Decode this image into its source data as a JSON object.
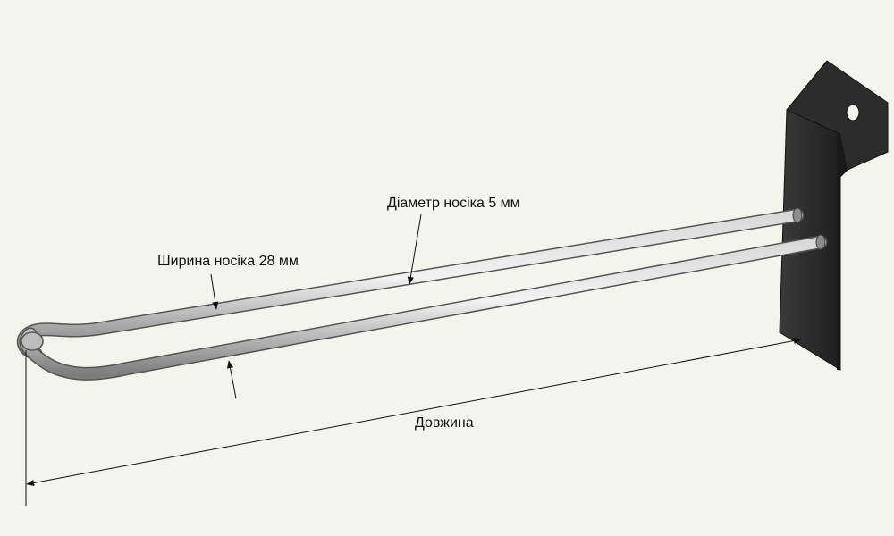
{
  "labels": {
    "tip_diameter": "Діаметр носіка 5 мм",
    "tip_width": "Ширина носіка 28 мм",
    "length": "Довжина"
  },
  "colors": {
    "background": "#f4f4ee",
    "plate": "#2b2b2b",
    "rod": "#9b9b9b",
    "line": "#111111"
  }
}
